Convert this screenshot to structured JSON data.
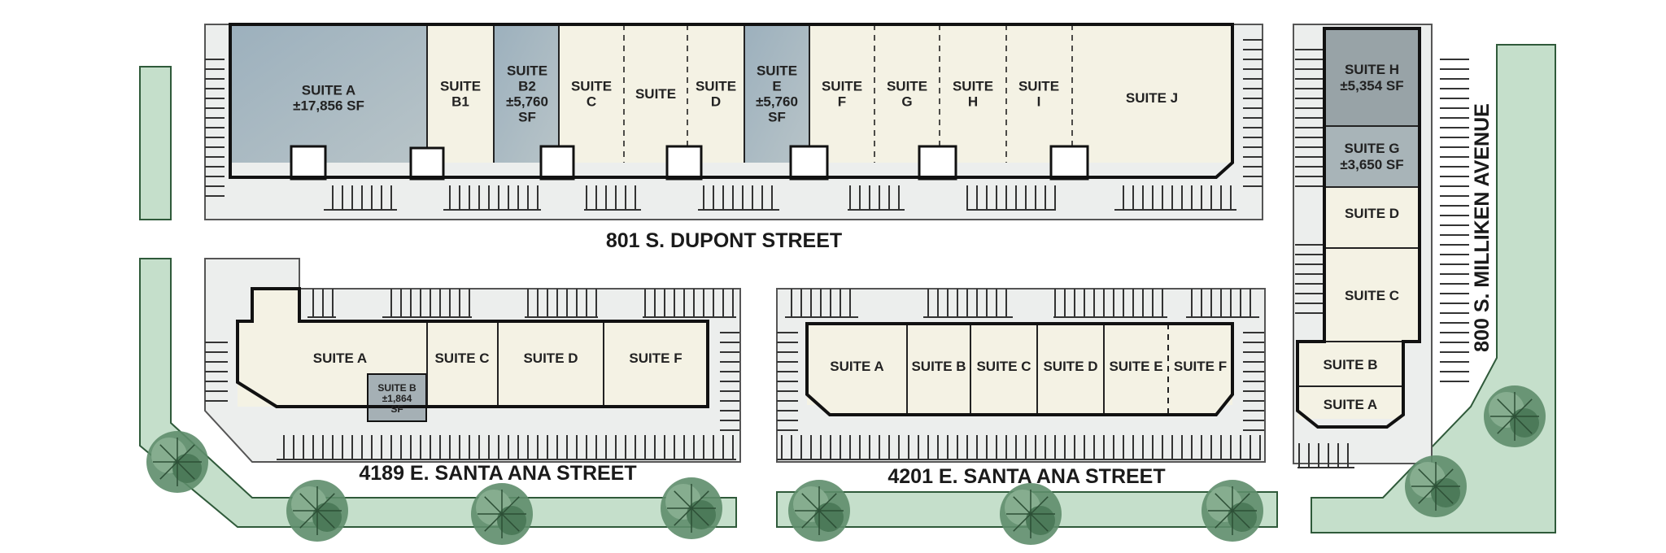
{
  "colors": {
    "suite_fill": "#f4f2e4",
    "available_fill": "#9fb1bc",
    "leased_dark_fill": "#98a3a7",
    "landscape_fill": "#c5dfcb",
    "landscape_stroke": "#2f5a3a",
    "paving": "#eceeed",
    "outline": "#111111",
    "tree": "#6e9a78"
  },
  "streets": {
    "dupont": "801 S. DUPONT STREET",
    "santa_ana_4189": "4189 E. SANTA ANA STREET",
    "santa_ana_4201": "4201 E. SANTA ANA STREET",
    "milliken": "800 S. MILLIKEN AVENUE"
  },
  "buildings": {
    "dupont": {
      "suites": [
        {
          "lines": [
            "SUITE A",
            "±17,856 SF"
          ],
          "status": "available"
        },
        {
          "lines": [
            "SUITE",
            "B1"
          ],
          "status": "leased"
        },
        {
          "lines": [
            "SUITE",
            "B2",
            "±5,760",
            "SF"
          ],
          "status": "available"
        },
        {
          "lines": [
            "SUITE",
            "C"
          ],
          "status": "leased"
        },
        {
          "lines": [
            "SUITE"
          ],
          "status": "leased"
        },
        {
          "lines": [
            "SUITE",
            "D"
          ],
          "status": "leased"
        },
        {
          "lines": [
            "SUITE",
            "E",
            "±5,760",
            "SF"
          ],
          "status": "available"
        },
        {
          "lines": [
            "SUITE",
            "F"
          ],
          "status": "leased"
        },
        {
          "lines": [
            "SUITE",
            "G"
          ],
          "status": "leased"
        },
        {
          "lines": [
            "SUITE",
            "H"
          ],
          "status": "leased"
        },
        {
          "lines": [
            "SUITE",
            "I"
          ],
          "status": "leased"
        },
        {
          "lines": [
            "SUITE J"
          ],
          "status": "leased"
        }
      ]
    },
    "santa_ana_4189": {
      "suites": [
        {
          "lines": [
            "SUITE A"
          ],
          "status": "leased"
        },
        {
          "lines": [
            "SUITE B",
            "±1,864",
            "SF"
          ],
          "status": "available"
        },
        {
          "lines": [
            "SUITE C"
          ],
          "status": "leased"
        },
        {
          "lines": [
            "SUITE D"
          ],
          "status": "leased"
        },
        {
          "lines": [
            "SUITE F"
          ],
          "status": "leased"
        }
      ]
    },
    "santa_ana_4201": {
      "suites": [
        {
          "lines": [
            "SUITE A"
          ],
          "status": "leased"
        },
        {
          "lines": [
            "SUITE B"
          ],
          "status": "leased"
        },
        {
          "lines": [
            "SUITE C"
          ],
          "status": "leased"
        },
        {
          "lines": [
            "SUITE D"
          ],
          "status": "leased"
        },
        {
          "lines": [
            "SUITE E"
          ],
          "status": "leased"
        },
        {
          "lines": [
            "SUITE F"
          ],
          "status": "leased"
        }
      ]
    },
    "milliken": {
      "suites": [
        {
          "lines": [
            "SUITE H",
            "±5,354 SF"
          ],
          "status": "available"
        },
        {
          "lines": [
            "SUITE G",
            "±3,650 SF"
          ],
          "status": "available"
        },
        {
          "lines": [
            "SUITE D"
          ],
          "status": "leased"
        },
        {
          "lines": [
            "SUITE C"
          ],
          "status": "leased"
        },
        {
          "lines": [
            "SUITE B"
          ],
          "status": "leased"
        },
        {
          "lines": [
            "SUITE A"
          ],
          "status": "leased"
        }
      ]
    }
  }
}
